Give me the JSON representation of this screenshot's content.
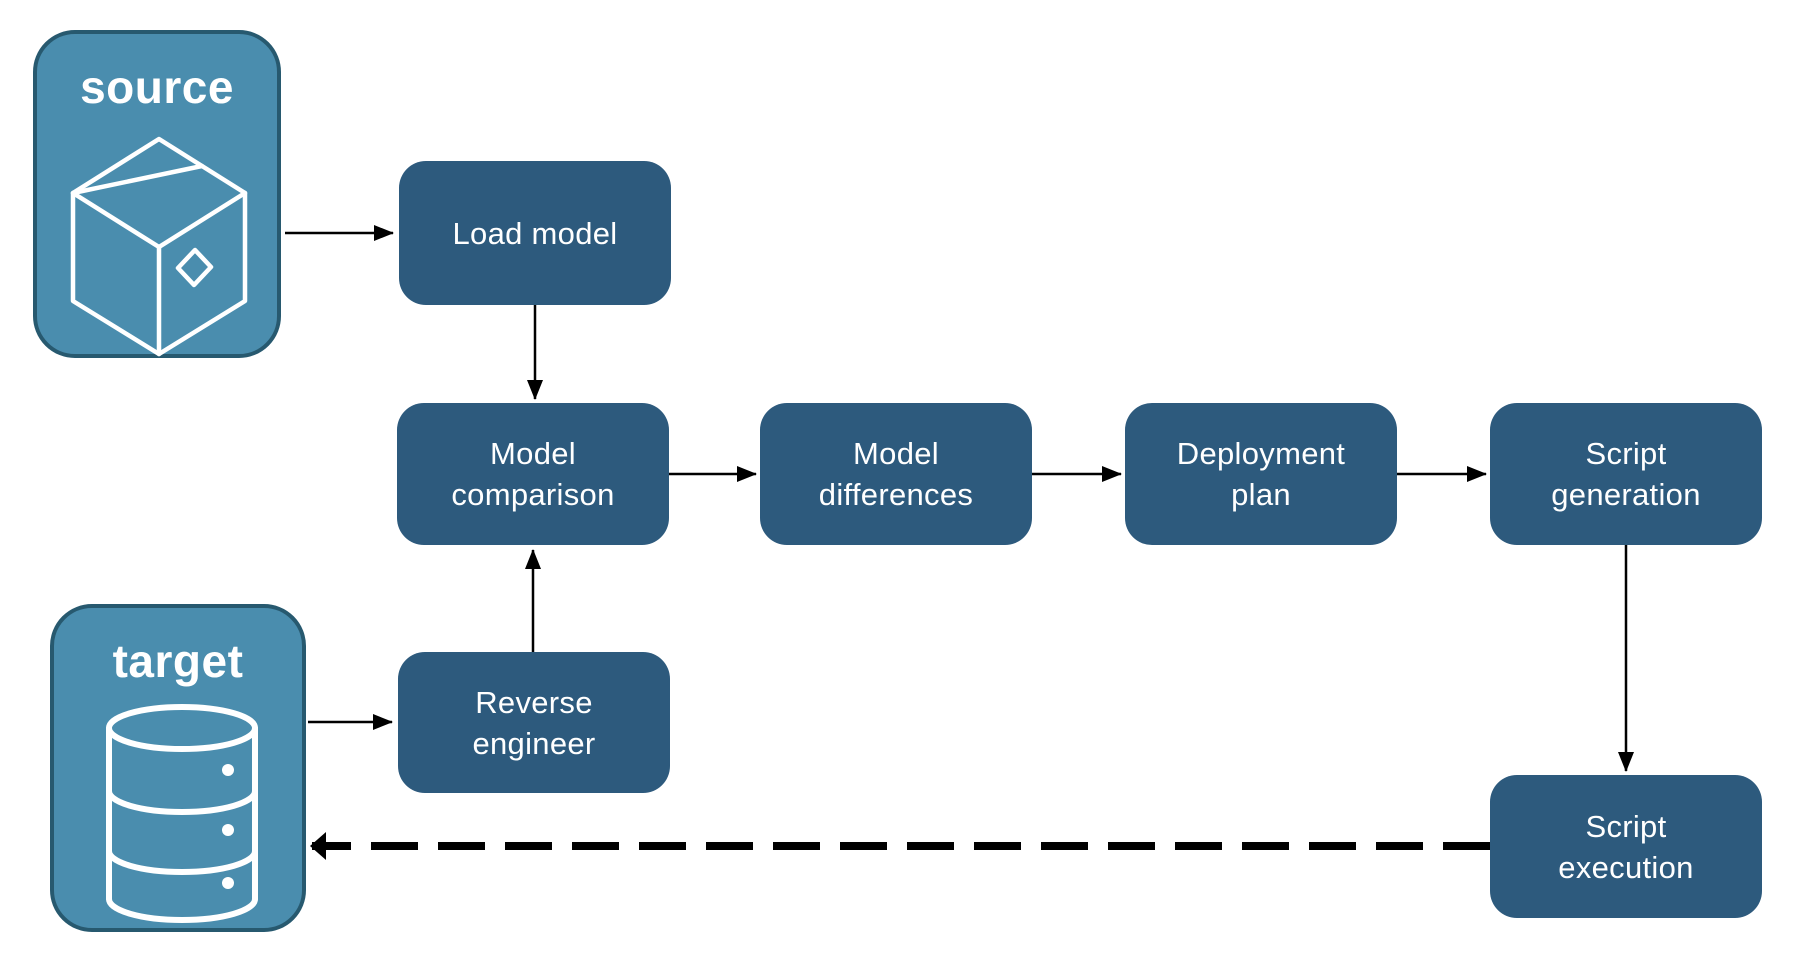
{
  "diagram": {
    "description": "Schema deployment pipeline flowchart",
    "source": {
      "label": "source",
      "icon": "package-icon"
    },
    "target": {
      "label": "target",
      "icon": "database-icon"
    },
    "nodes": {
      "load_model": {
        "lines": [
          "Load model"
        ]
      },
      "model_comparison": {
        "lines": [
          "Model",
          "comparison"
        ]
      },
      "model_differences": {
        "lines": [
          "Model",
          "differences"
        ]
      },
      "deployment_plan": {
        "lines": [
          "Deployment",
          "plan"
        ]
      },
      "script_generation": {
        "lines": [
          "Script",
          "generation"
        ]
      },
      "reverse_engineer": {
        "lines": [
          "Reverse",
          "engineer"
        ]
      },
      "script_execution": {
        "lines": [
          "Script",
          "execution"
        ]
      }
    },
    "edges": [
      {
        "from": "source",
        "to": "load_model",
        "style": "solid"
      },
      {
        "from": "load_model",
        "to": "model_comparison",
        "style": "solid"
      },
      {
        "from": "model_comparison",
        "to": "model_differences",
        "style": "solid"
      },
      {
        "from": "model_differences",
        "to": "deployment_plan",
        "style": "solid"
      },
      {
        "from": "deployment_plan",
        "to": "script_generation",
        "style": "solid"
      },
      {
        "from": "script_generation",
        "to": "script_execution",
        "style": "solid"
      },
      {
        "from": "target",
        "to": "reverse_engineer",
        "style": "solid"
      },
      {
        "from": "reverse_engineer",
        "to": "model_comparison",
        "style": "solid"
      },
      {
        "from": "script_execution",
        "to": "target",
        "style": "dashed"
      }
    ]
  },
  "colors": {
    "node-dark": "#2d5a7d",
    "node-light": "#4a8dae",
    "node-light-border": "#27596f",
    "arrow": "#000000",
    "text": "#ffffff",
    "background": "#ffffff"
  }
}
